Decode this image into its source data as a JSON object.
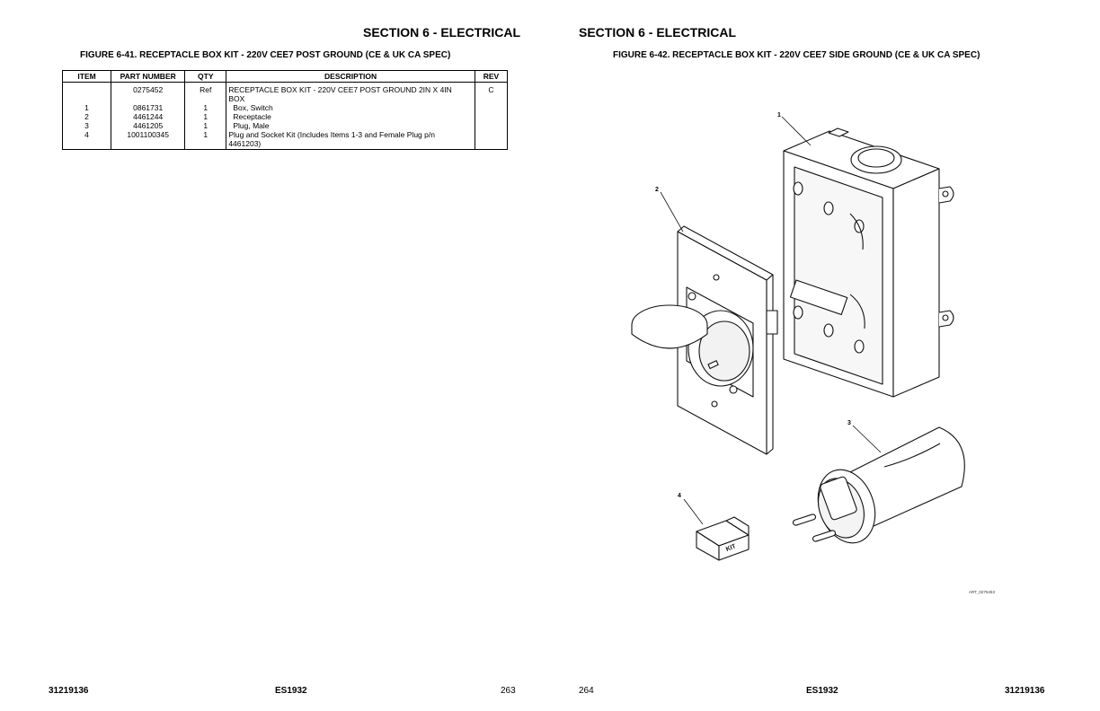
{
  "left_page": {
    "section_title": "SECTION 6 - ELECTRICAL",
    "figure_title": "FIGURE 6-41. RECEPTACLE BOX KIT - 220V CEE7 POST GROUND (CE & UK CA SPEC)",
    "table": {
      "headers": [
        "ITEM",
        "PART NUMBER",
        "QTY",
        "DESCRIPTION",
        "REV"
      ],
      "rows": [
        {
          "item": "",
          "part": "0275452",
          "qty": "Ref",
          "desc_1": "RECEPTACLE BOX KIT - 220V CEE7 POST GROUND 2IN X 4IN",
          "desc_2": "BOX",
          "rev": "C"
        },
        {
          "item": "1",
          "part": "0861731",
          "qty": "1",
          "desc_1": "Box, Switch",
          "desc_2": "",
          "rev": ""
        },
        {
          "item": "2",
          "part": "4461244",
          "qty": "1",
          "desc_1": "Receptacle",
          "desc_2": "",
          "rev": ""
        },
        {
          "item": "3",
          "part": "4461205",
          "qty": "1",
          "desc_1": "Plug, Male",
          "desc_2": "",
          "rev": ""
        },
        {
          "item": "4",
          "part": "1001100345",
          "qty": "1",
          "desc_1": "Plug and Socket Kit (Includes Items 1-3 and Female Plug p/n",
          "desc_2": "4461203)",
          "rev": ""
        }
      ]
    },
    "footer": {
      "doc_number": "31219136",
      "model": "ES1932",
      "page": "263"
    }
  },
  "right_page": {
    "section_title": "SECTION 6 - ELECTRICAL",
    "figure_title": "FIGURE 6-42. RECEPTACLE BOX KIT - 220V CEE7 SIDE GROUND (CE & UK CA SPEC)",
    "callouts": [
      "1",
      "2",
      "3",
      "4"
    ],
    "kit_label": "KIT",
    "art_id": "ART_0275453",
    "footer": {
      "page": "264",
      "model": "ES1932",
      "doc_number": "31219136"
    }
  }
}
